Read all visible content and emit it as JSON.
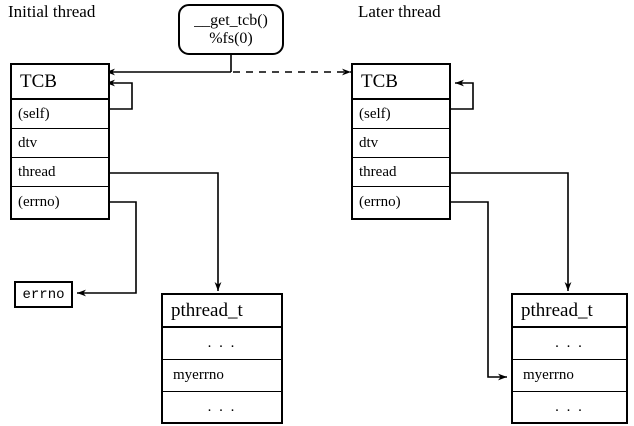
{
  "diagram": {
    "title_left": "Initial thread",
    "title_right": "Later thread",
    "callout": {
      "name": "get-tcb-callout",
      "line1": "__get_tcb()",
      "line2": "%fs(0)"
    },
    "tcb_initial": {
      "header": "TCB",
      "fields": [
        "(self)",
        "dtv",
        "thread",
        "(errno)"
      ]
    },
    "tcb_later": {
      "header": "TCB",
      "fields": [
        "(self)",
        "dtv",
        "thread",
        "(errno)"
      ]
    },
    "errno_box": {
      "label": "errno"
    },
    "pthread_initial": {
      "header": "pthread_t",
      "fields": [
        ". . .",
        "myerrno",
        ". . ."
      ]
    },
    "pthread_later": {
      "header": "pthread_t",
      "fields": [
        ". . .",
        "myerrno",
        ". . ."
      ]
    },
    "colors": {
      "stroke": "#000000",
      "background": "#ffffff"
    }
  }
}
